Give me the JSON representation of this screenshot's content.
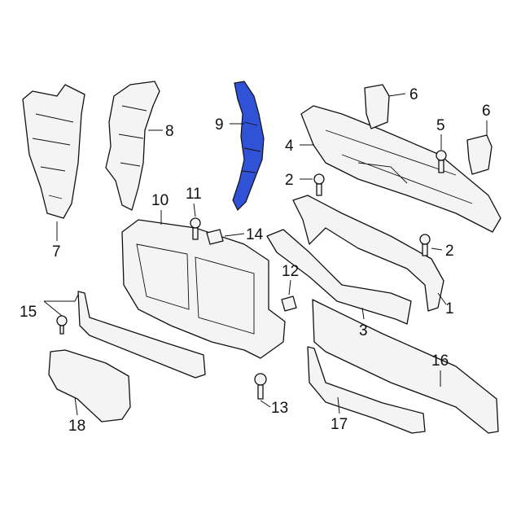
{
  "diagram": {
    "highlight_color": "#2f52d6",
    "callouts": {
      "c1": "1",
      "c2a": "2",
      "c2b": "2",
      "c3": "3",
      "c4": "4",
      "c5": "5",
      "c6a": "6",
      "c6b": "6",
      "c7": "7",
      "c8": "8",
      "c9": "9",
      "c10": "10",
      "c11": "11",
      "c12": "12",
      "c13": "13",
      "c14": "14",
      "c15": "15",
      "c16": "16",
      "c17": "17",
      "c18": "18"
    }
  }
}
